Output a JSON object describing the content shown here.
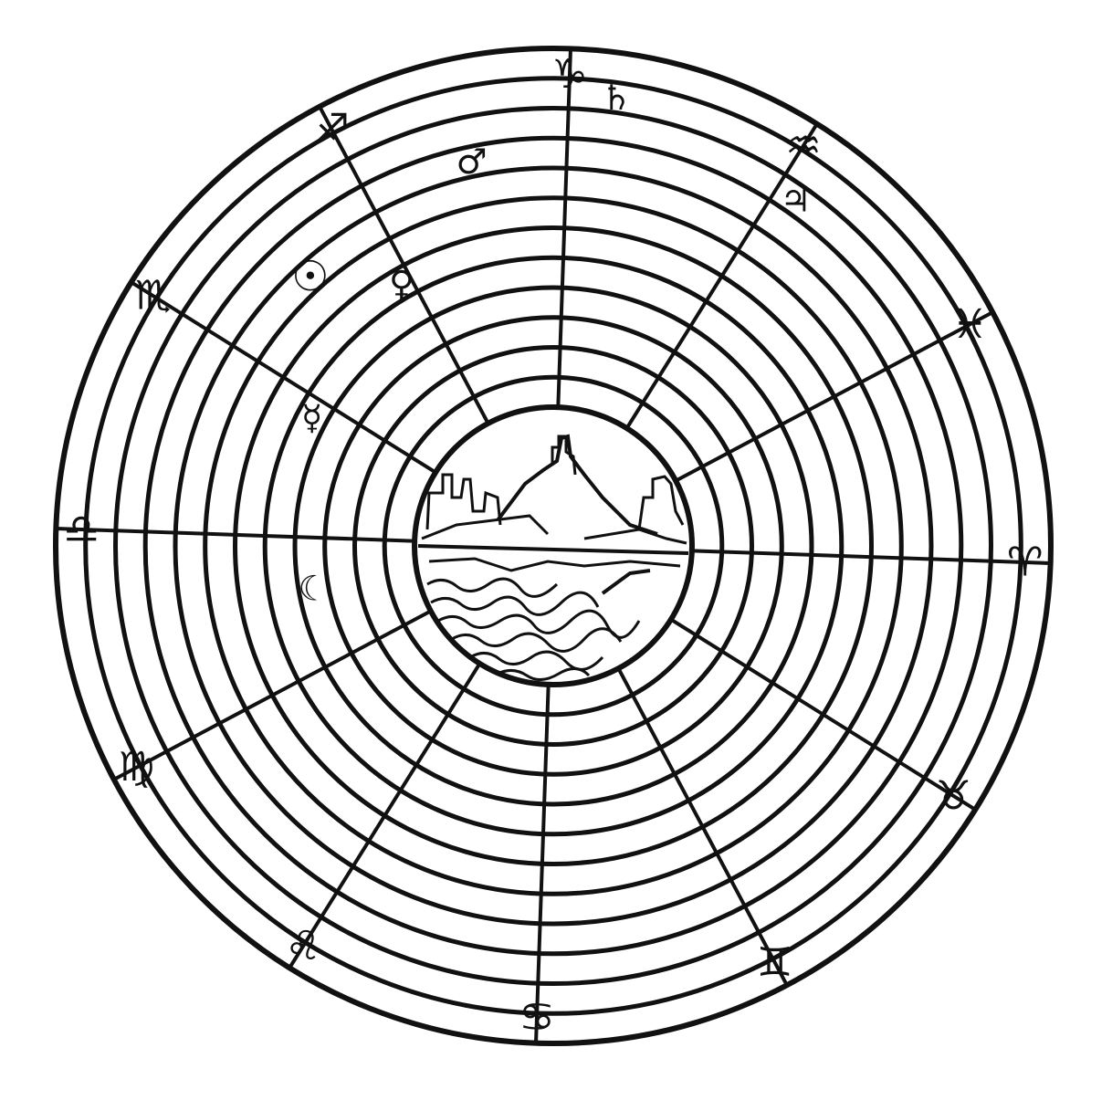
{
  "diagram": {
    "ink_color": "#111111",
    "paper_color": "#ffffff",
    "ring_count": 12,
    "spoke_count": 12,
    "center_vignette": "earth-landscape",
    "zodiac": [
      {
        "name": "capricorn",
        "glyph": "♑"
      },
      {
        "name": "aquarius",
        "glyph": "♒"
      },
      {
        "name": "pisces",
        "glyph": "♓"
      },
      {
        "name": "aries",
        "glyph": "♈"
      },
      {
        "name": "taurus",
        "glyph": "♉"
      },
      {
        "name": "gemini",
        "glyph": "♊"
      },
      {
        "name": "cancer",
        "glyph": "♋"
      },
      {
        "name": "leo",
        "glyph": "♌"
      },
      {
        "name": "virgo",
        "glyph": "♍"
      },
      {
        "name": "libra",
        "glyph": "♎"
      },
      {
        "name": "scorpio",
        "glyph": "♏"
      },
      {
        "name": "sagittarius",
        "glyph": "♐"
      }
    ],
    "planets": [
      {
        "name": "saturn",
        "glyph": "♄"
      },
      {
        "name": "jupiter",
        "glyph": "♃"
      },
      {
        "name": "mars",
        "glyph": "♂"
      },
      {
        "name": "sun",
        "glyph": "☉"
      },
      {
        "name": "venus",
        "glyph": "♀"
      },
      {
        "name": "mercury",
        "glyph": "☿"
      },
      {
        "name": "moon",
        "glyph": "☾"
      }
    ]
  }
}
